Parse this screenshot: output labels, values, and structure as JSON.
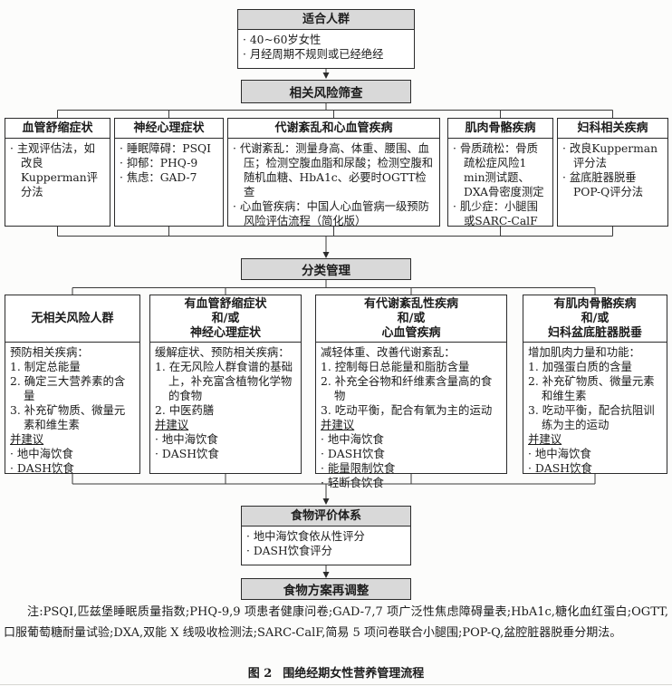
{
  "colors": {
    "header_fill": "#d9d9d9",
    "border": "#2b2b2b"
  },
  "flow": {
    "target": {
      "title": "适合人群",
      "items": [
        "· 40~60岁女性",
        "· 月经周期不规则或已经绝经"
      ]
    },
    "screening_label": "相关风险筛查",
    "screening_boxes": [
      {
        "title": "血管舒缩症状",
        "items": [
          "· 主观评估法，如改良Kupperman评分法"
        ]
      },
      {
        "title": "神经心理症状",
        "items": [
          "· 睡眠障碍：PSQI",
          "· 抑郁：PHQ-9",
          "· 焦虑：GAD-7"
        ]
      },
      {
        "title": "代谢紊乱和心血管疾病",
        "items": [
          "· 代谢紊乱：测量身高、体重、腰围、血压；检测空腹血脂和尿酸；检测空腹和随机血糖、HbA1c、必要时OGTT检查",
          "· 心血管疾病：中国人心血管病一级预防风险评估流程（简化版）"
        ]
      },
      {
        "title": "肌肉骨骼疾病",
        "items": [
          "· 骨质疏松：骨质疏松症风险1 min测试题、DXA骨密度测定",
          "· 肌少症：小腿围或SARC-CalF"
        ]
      },
      {
        "title": "妇科相关疾病",
        "items": [
          "· 改良Kupperman评分法",
          "· 盆底脏器脱垂POP-Q评分法"
        ]
      }
    ],
    "classification_label": "分类管理",
    "category_boxes": [
      {
        "title_lines": [
          "无相关风险人群"
        ],
        "intro": "预防相关疾病：",
        "steps": [
          "1. 制定总能量",
          "2. 确定三大营养素的含量",
          "3. 补充矿物质、微量元素和维生素"
        ],
        "advice_label": "并建议",
        "diets": [
          "· 地中海饮食",
          "· DASH饮食"
        ]
      },
      {
        "title_lines": [
          "有血管舒缩症状",
          "和/或",
          "神经心理症状"
        ],
        "intro": "缓解症状、预防相关疾病：",
        "steps": [
          "1. 在无风险人群食谱的基础上，补充富含植物化学物的食物",
          "2. 中医药膳"
        ],
        "advice_label": "并建议",
        "diets": [
          "· 地中海饮食",
          "· DASH饮食"
        ]
      },
      {
        "title_lines": [
          "有代谢紊乱性疾病",
          "和/或",
          "心血管疾病"
        ],
        "intro": "减轻体重、改善代谢紊乱：",
        "steps": [
          "1. 控制每日总能量和脂肪含量",
          "2. 补充全谷物和纤维素含量高的食物",
          "3. 吃动平衡，配合有氧为主的运动"
        ],
        "advice_label": "并建议",
        "diets": [
          "· 地中海饮食",
          "· DASH饮食",
          "· 能量限制饮食",
          "· 轻断食饮食"
        ]
      },
      {
        "title_lines": [
          "有肌肉骨骼疾病",
          "和/或",
          "妇科盆底脏器脱垂"
        ],
        "intro": "增加肌肉力量和功能：",
        "steps": [
          "1. 加强蛋白质的含量",
          "2. 补充矿物质、微量元素和维生素",
          "3. 吃动平衡，配合抗阻训练为主的运动"
        ],
        "advice_label": "并建议",
        "diets": [
          "· 地中海饮食",
          "· DASH饮食"
        ]
      }
    ],
    "evaluation": {
      "title": "食物评价体系",
      "items": [
        "· 地中海饮食依从性评分",
        "· DASH饮食评分"
      ]
    },
    "readjust_label": "食物方案再调整"
  },
  "note": "注:PSQI,匹兹堡睡眠质量指数;PHQ-9,9 项患者健康问卷;GAD-7,7 项广泛性焦虑障碍量表;HbA1c,糖化血红蛋白;OGTT,口服葡萄糖耐量试验;DXA,双能 X 线吸收检测法;SARC-CalF,简易 5 项问卷联合小腿围;POP-Q,盆腔脏器脱垂分期法。",
  "caption": {
    "label": "图 2",
    "text": "围绝经期女性营养管理流程"
  }
}
